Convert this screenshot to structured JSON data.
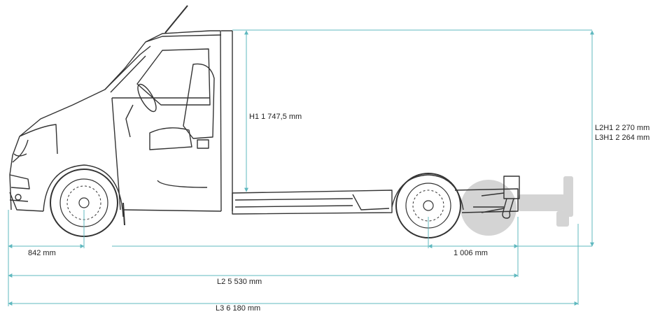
{
  "dimensions": {
    "height_label": "H1 1 747,5 mm",
    "total_height_l2": "L2H1 2 270 mm",
    "total_height_l3": "L3H1 2 264 mm",
    "front_overhang": "842 mm",
    "rear_overhang": "1 006 mm",
    "length_l2": "L2 5 530 mm",
    "length_l3": "L3 6 180 mm"
  },
  "colors": {
    "dimension_line": "#5fb8bf",
    "vehicle_outline": "#333333",
    "towbar_shadow": "#d4d4d4"
  }
}
